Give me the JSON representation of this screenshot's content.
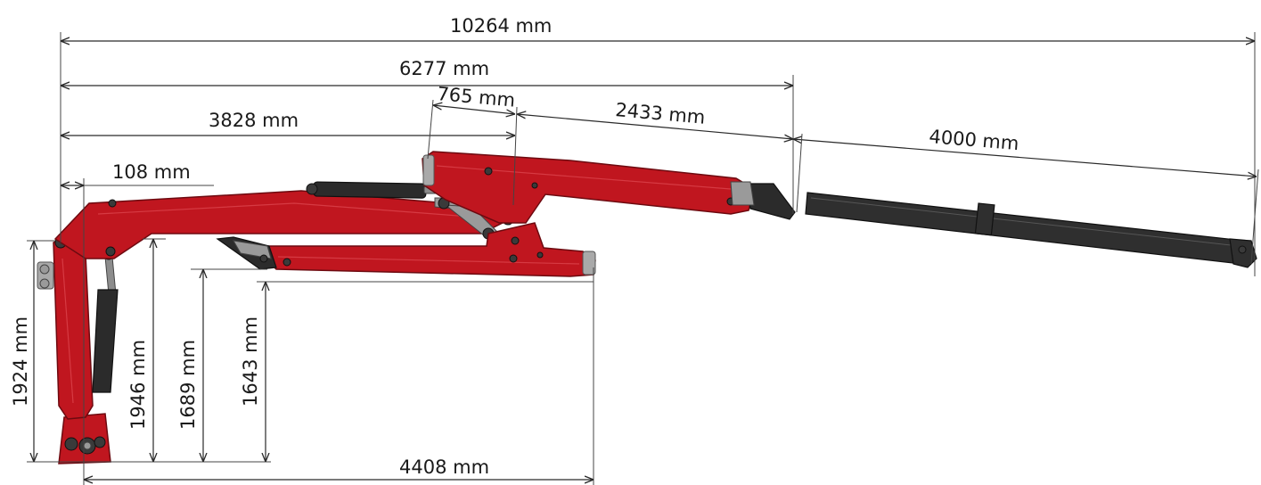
{
  "dimensions": {
    "total_reach": "10264 mm",
    "main_reach": "6277 mm",
    "boom_3828": "3828 mm",
    "knuckle_765": "765 mm",
    "jib_2433": "2433 mm",
    "extension_4000": "4000 mm",
    "offset_108": "108 mm",
    "column_height_1924": "1924 mm",
    "height_1946": "1946 mm",
    "height_1689": "1689 mm",
    "height_1643": "1643 mm",
    "base_4408": "4408 mm"
  },
  "colors": {
    "boom": "#c0161f",
    "cylinder": "#2b2b2b",
    "extension": "#2f2f2f",
    "dimension_line": "#2a2a2a"
  }
}
